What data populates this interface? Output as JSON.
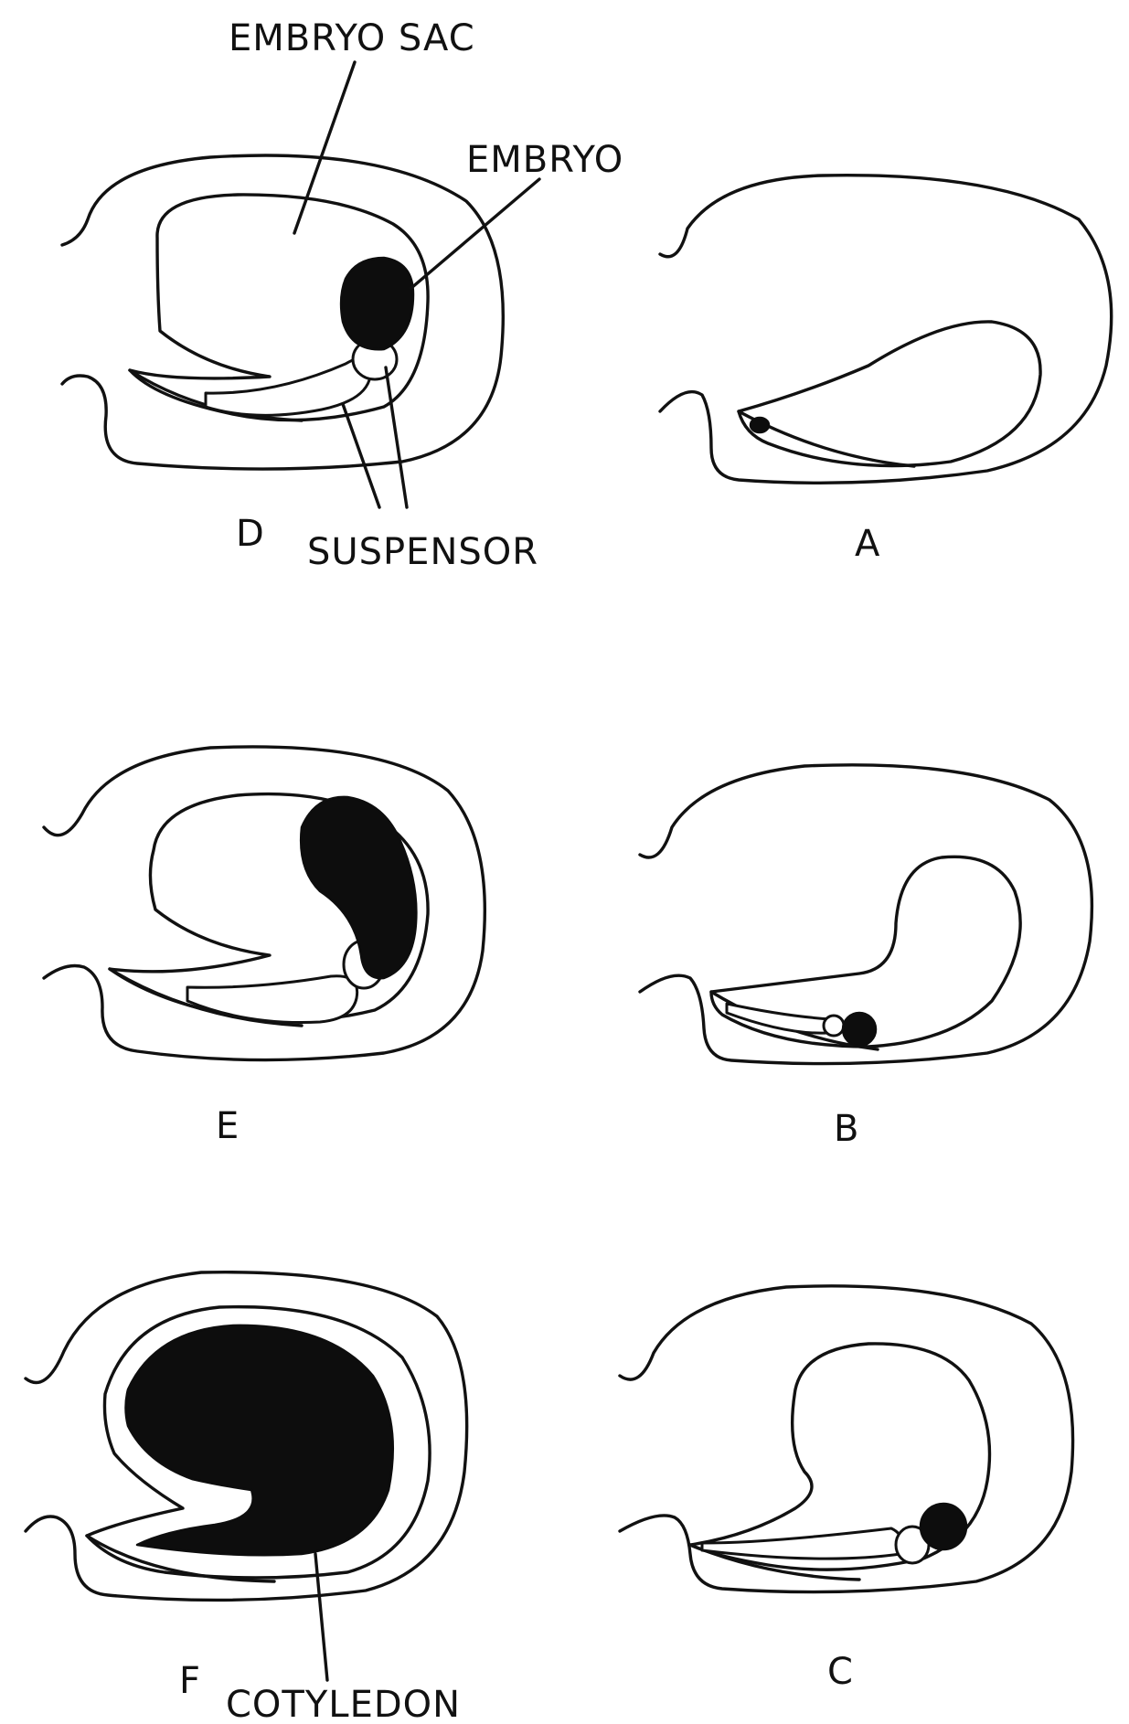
{
  "labels": {
    "embryo_sac": "EMBRYO SAC",
    "embryo": "EMBRYO",
    "suspensor": "SUSPENSOR",
    "cotyledon": "COTYLEDON"
  },
  "panels": {
    "a": "A",
    "b": "B",
    "c": "C",
    "d": "D",
    "e": "E",
    "f": "F"
  }
}
